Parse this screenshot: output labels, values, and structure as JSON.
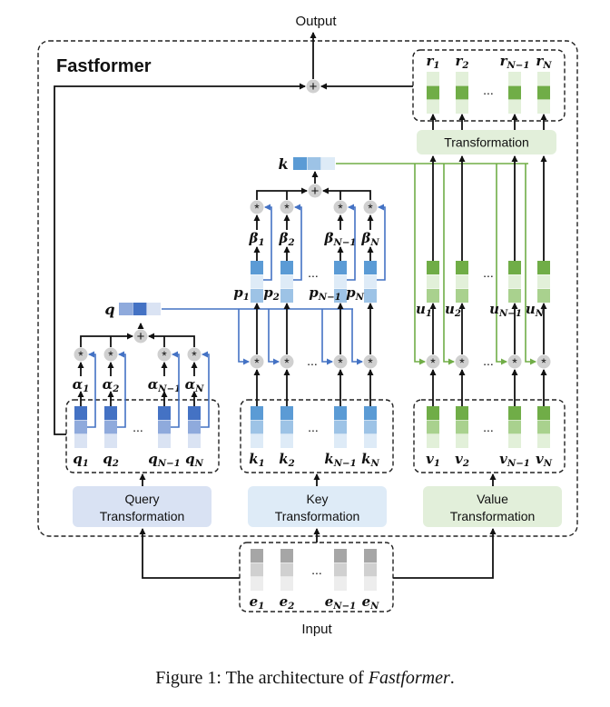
{
  "title": "Fastformer",
  "output_label": "Output",
  "input_label": "Input",
  "ellipsis": "...",
  "transformations": {
    "query": [
      "Query",
      "Transformation"
    ],
    "key": [
      "Key",
      "Transformation"
    ],
    "value": [
      "Value",
      "Transformation"
    ],
    "top": "Transformation"
  },
  "vectors": {
    "global_query": "q",
    "global_key": "k"
  },
  "labels": {
    "e": [
      [
        "e",
        "1"
      ],
      [
        "e",
        "2"
      ],
      [
        "e",
        "N−1"
      ],
      [
        "e",
        "N"
      ]
    ],
    "q": [
      [
        "q",
        "1"
      ],
      [
        "q",
        "2"
      ],
      [
        "q",
        "N−1"
      ],
      [
        "q",
        "N"
      ]
    ],
    "k": [
      [
        "k",
        "1"
      ],
      [
        "k",
        "2"
      ],
      [
        "k",
        "N−1"
      ],
      [
        "k",
        "N"
      ]
    ],
    "v": [
      [
        "v",
        "1"
      ],
      [
        "v",
        "2"
      ],
      [
        "v",
        "N−1"
      ],
      [
        "v",
        "N"
      ]
    ],
    "alpha": [
      [
        "α",
        "1"
      ],
      [
        "α",
        "2"
      ],
      [
        "α",
        "N−1"
      ],
      [
        "α",
        "N"
      ]
    ],
    "beta": [
      [
        "β",
        "1"
      ],
      [
        "β",
        "2"
      ],
      [
        "β",
        "N−1"
      ],
      [
        "β",
        "N"
      ]
    ],
    "p": [
      [
        "p",
        "1"
      ],
      [
        "p",
        "2"
      ],
      [
        "p",
        "N−1"
      ],
      [
        "p",
        "N"
      ]
    ],
    "u": [
      [
        "u",
        "1"
      ],
      [
        "u",
        "2"
      ],
      [
        "u",
        "N−1"
      ],
      [
        "u",
        "N"
      ]
    ],
    "r": [
      [
        "r",
        "1"
      ],
      [
        "r",
        "2"
      ],
      [
        "r",
        "N−1"
      ],
      [
        "r",
        "N"
      ]
    ]
  },
  "colors": {
    "query": [
      "#4472c4",
      "#8faadc",
      "#dae3f3"
    ],
    "key": [
      "#5b9bd5",
      "#9dc3e6",
      "#deebf7"
    ],
    "value": [
      "#70ad47",
      "#a9d18e",
      "#e2f0d9"
    ],
    "input": [
      "#a6a6a6",
      "#d0d0d0",
      "#ededed"
    ],
    "query_line": "#4472c4",
    "key_line": "#70ad47",
    "op_circle": "#d0d0d0"
  },
  "operators": {
    "mul": "*",
    "add": "+"
  },
  "caption": {
    "prefix": "Figure 1: The architecture of ",
    "emph": "Fastformer",
    "suffix": "."
  }
}
